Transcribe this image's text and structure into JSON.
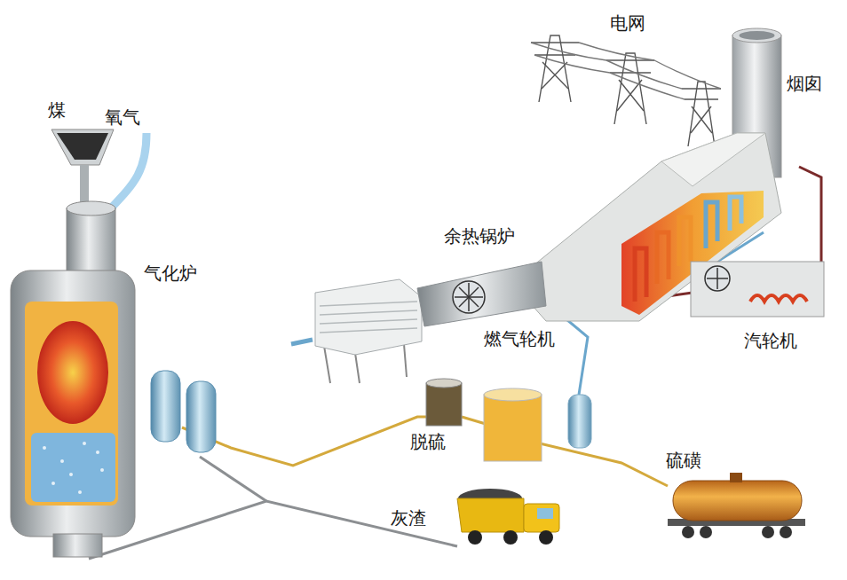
{
  "diagram": {
    "labels": [
      "煤",
      "氧气",
      "气化炉",
      "电网",
      "烟囱",
      "余热锅炉",
      "燃气轮机",
      "汽轮机",
      "脱硫",
      "硫磺",
      "灰渣"
    ]
  }
}
